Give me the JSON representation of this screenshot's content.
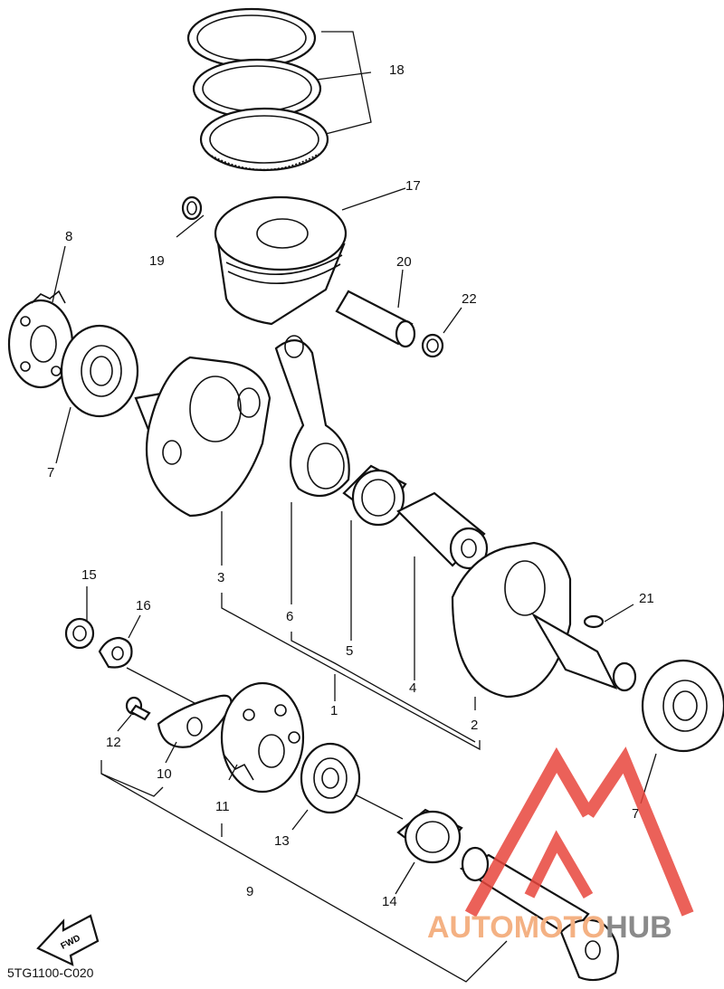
{
  "diagram": {
    "code": "5TG1100-C020",
    "fwd_label": "FWD",
    "part_numbers": [
      "1",
      "2",
      "3",
      "4",
      "5",
      "6",
      "7",
      "7",
      "8",
      "9",
      "10",
      "11",
      "12",
      "13",
      "14",
      "15",
      "16",
      "17",
      "18",
      "19",
      "20",
      "21",
      "22"
    ]
  },
  "watermark": {
    "text_a": "AUTOMOTO",
    "text_b": "HUB",
    "color_a": "#f4b183",
    "color_b": "#8a8a8a",
    "logo_color": "#e8463d"
  },
  "colors": {
    "line": "#111111",
    "background": "#ffffff"
  }
}
